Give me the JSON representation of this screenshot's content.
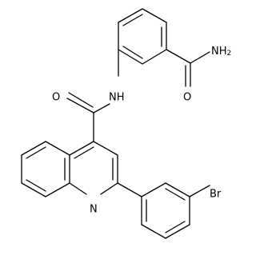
{
  "structure": {
    "atoms": {
      "amine": "NH",
      "amide_oxygen": "O",
      "carboxamide_nitrogen": "NH",
      "carboxamide_hydrogen_count": "2",
      "carboxamide_oxygen": "O",
      "quinoline_nitrogen": "N",
      "bromine": "Br"
    }
  },
  "colors": {
    "bond": "#000000",
    "label": "#000000",
    "background": "#ffffff"
  }
}
